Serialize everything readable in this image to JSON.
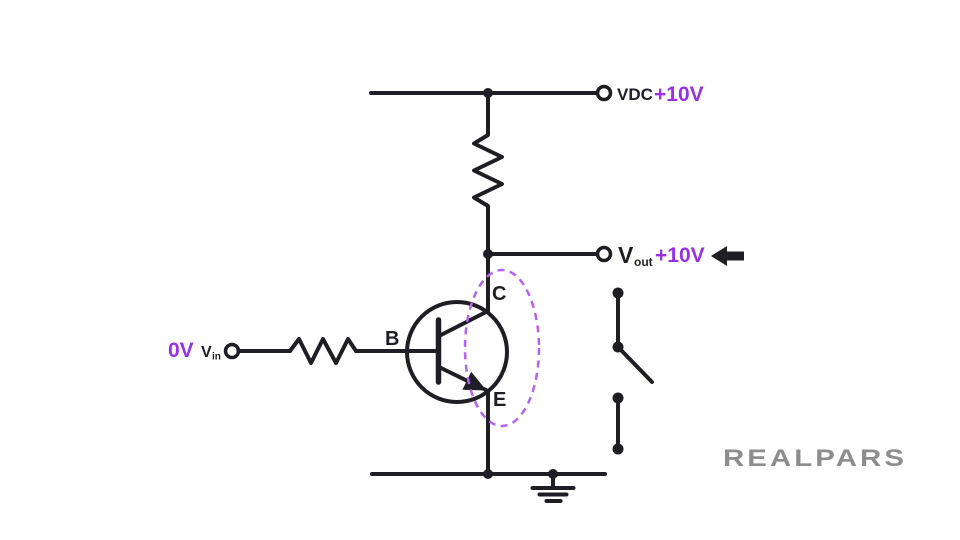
{
  "colors": {
    "wire": "#1e1e24",
    "accent_purple": "#9831e4",
    "ellipse_purple": "#b463f0",
    "logo_gray": "#8d8d8d"
  },
  "power": {
    "label": "VDC",
    "voltage": "+10V"
  },
  "output": {
    "label_main": "V",
    "label_sub": "out",
    "voltage": "+10V"
  },
  "input": {
    "voltage": "0V",
    "label_main": "V",
    "label_sub": "in"
  },
  "transistor": {
    "base": "B",
    "collector": "C",
    "emitter": "E"
  },
  "brand": {
    "logo": "REALPARS"
  }
}
